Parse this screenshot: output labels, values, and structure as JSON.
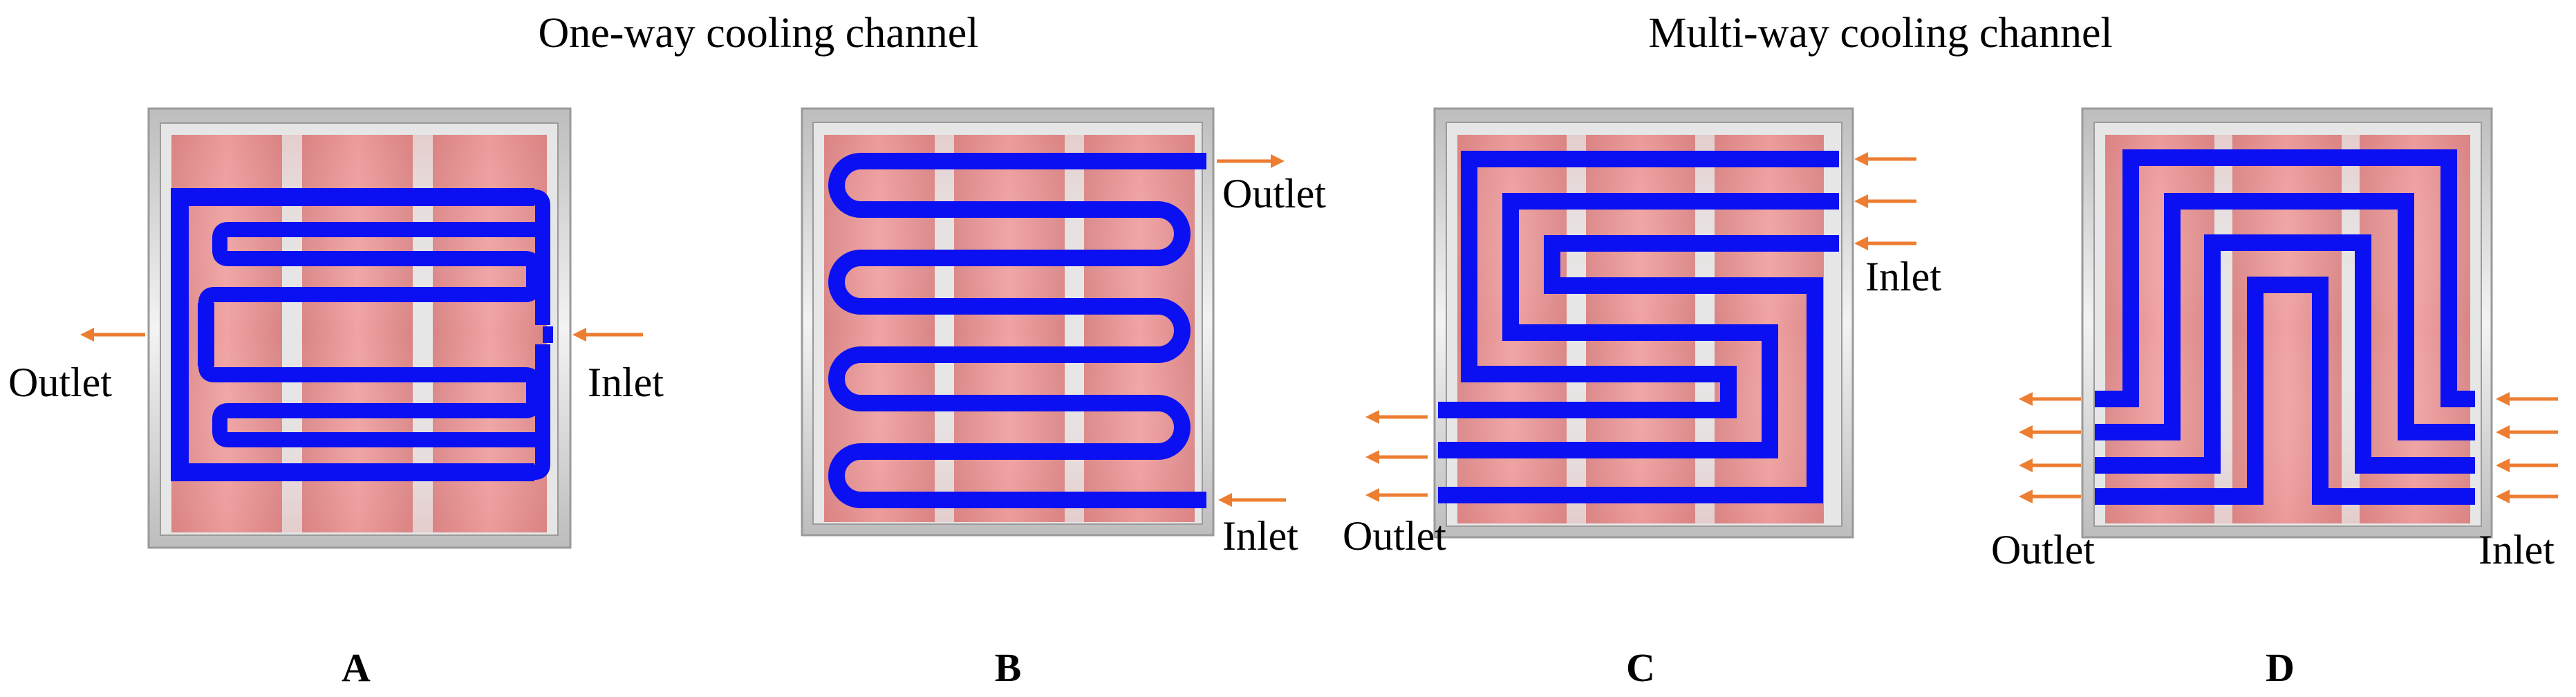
{
  "headings": {
    "one_way": "One-way cooling channel",
    "multi_way": "Multi-way cooling channel"
  },
  "panels": [
    {
      "id": "A",
      "label": "A",
      "outlet": "Outlet",
      "inlet": "Inlet"
    },
    {
      "id": "B",
      "label": "B",
      "outlet": "Outlet",
      "inlet": "Inlet"
    },
    {
      "id": "C",
      "label": "C",
      "outlet": "Outlet",
      "inlet": "Inlet"
    },
    {
      "id": "D",
      "label": "D",
      "outlet": "Outlet",
      "inlet": "Inlet"
    }
  ],
  "colors": {
    "channel": "#0b10f2",
    "arrow": "#ed7d31",
    "cell": "#e98b8b",
    "frame": "#c8c8c8"
  }
}
